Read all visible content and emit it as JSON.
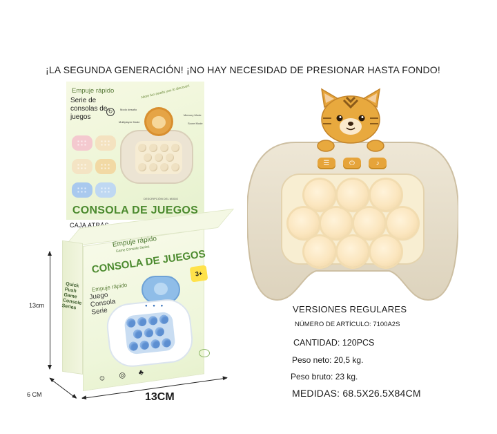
{
  "headline": "¡LA SEGUNDA GENERACIÓN! ¡NO HAY NECESIDAD DE PRESIONAR HASTA FONDO!",
  "back_panel": {
    "tag": "Empuje rápido",
    "series": "Serie de consolas de juegos",
    "slogan": "More fun awaits you to discover!",
    "callouts": [
      "Modo desafío",
      "Memory Mode",
      "Multiplayer Mode",
      "Score Mode"
    ],
    "description": "DESCRIPCIÓN DEL MODO",
    "title": "CONSOLA DE JUEGOS",
    "variant_colors": [
      "#f4c9cf",
      "#f4e2c0",
      "#f4e4c4",
      "#f2d9a4",
      "#a9c9ee",
      "#bfd8f2"
    ]
  },
  "caja_label": "CAJA ATRÁS",
  "box": {
    "tag": "Empuje rápido",
    "tag2": "Game Console Series",
    "title": "CONSOLA DE JUEGOS",
    "age": "3+",
    "sub1": "Empuje rápido",
    "sub2": "Juego Consola Serie",
    "side_text": "Quick Push Game Console Series"
  },
  "dimensions": {
    "height": "13cm",
    "depth": "6 CM",
    "width": "13CM"
  },
  "console_buttons": [
    "menu-icon",
    "power-icon",
    "sound-icon"
  ],
  "info": {
    "versions": "VERSIONES REGULARES",
    "item_number": "NÚMERO DE ARTÍCULO: 7100A2S",
    "quantity": "CANTIDAD: 120PCS",
    "net_weight": "Peso neto: 20,5 kg.",
    "gross_weight": "Peso bruto: 23 kg.",
    "measures": "MEDIDAS: 68.5X26.5X84CM"
  },
  "colors": {
    "console_body": "#e9e1cf",
    "pad": "#f7eccf",
    "cat": "#e6a43a",
    "box_green": "#4b8a2e",
    "blue_console": "#5d8fd1"
  }
}
